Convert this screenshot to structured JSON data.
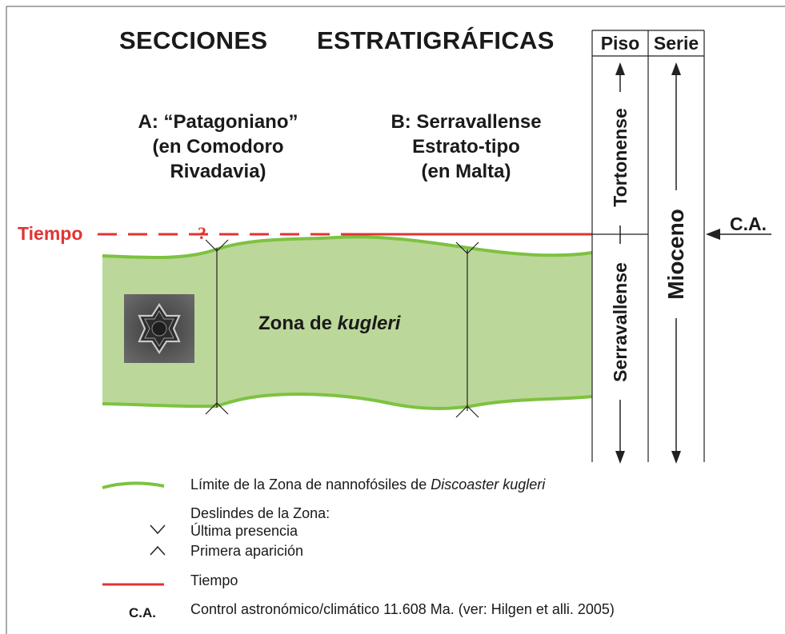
{
  "title": {
    "word1": "SECCIONES",
    "word2": "ESTRATIGRÁFICAS"
  },
  "sections": {
    "a": {
      "line1": "A: “Patagoniano”",
      "line2": "(en Comodoro",
      "line3": "Rivadavia)"
    },
    "b": {
      "line1": "B: Serravallense",
      "line2": "Estrato-tipo",
      "line3": "(en Malta)"
    }
  },
  "time_line": {
    "label": "Tiempo",
    "question": "?",
    "color": "#e03434"
  },
  "zone": {
    "label_prefix": "Zona de ",
    "label_italic": "kugleri",
    "fill_color": "#bcd79a",
    "border_color": "#7dc241"
  },
  "timescale": {
    "headers": {
      "stage": "Piso",
      "series": "Serie"
    },
    "stages": {
      "upper": "Tortonense",
      "lower": "Serravallense"
    },
    "series": "Mioceno",
    "ca_marker": "C.A."
  },
  "legend": {
    "zone_limit_prefix": "Límite de la Zona de nannofósiles de ",
    "zone_limit_italic": "Discoaster kugleri",
    "boundaries_title": "Deslindes de la Zona:",
    "last_occurrence": "Última presencia",
    "first_appearance": "Primera aparición",
    "time": "Tiempo",
    "ca_abbrev": "C.A.",
    "ca_text": "Control astronómico/climático 11.608 Ma. (ver: Hilgen et alli.  2005)"
  }
}
